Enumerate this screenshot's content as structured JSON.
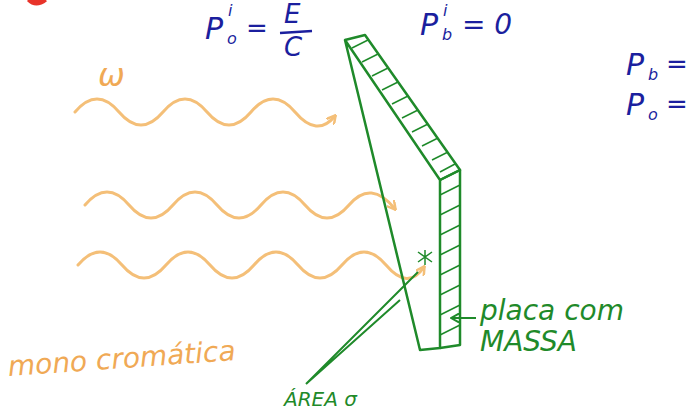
{
  "diagram": {
    "labels": [
      "ω",
      "P",
      "o",
      "i",
      "=",
      "E",
      "C",
      "P",
      "b",
      "i",
      "= 0",
      "P",
      "b",
      "=",
      "P",
      "o",
      "=",
      "placa com MASSA",
      "mono cromática",
      "ÁREA σ"
    ]
  }
}
